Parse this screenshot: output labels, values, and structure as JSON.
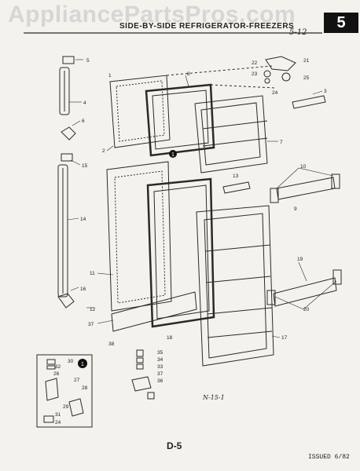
{
  "header": {
    "watermark": "AppliancePartsPros.com",
    "page_number": "5",
    "title": "SIDE-BY-SIDE REFRIGERATOR-FREEZERS",
    "handwritten_ref": "5-12"
  },
  "diagram": {
    "callouts": [
      "1",
      "2",
      "3",
      "4",
      "5",
      "6",
      "7",
      "8",
      "9",
      "10",
      "11",
      "12",
      "13",
      "14",
      "15",
      "16",
      "17",
      "18",
      "19",
      "20",
      "21",
      "22",
      "23",
      "24",
      "25",
      "26",
      "27",
      "28",
      "29",
      "30",
      "31",
      "32",
      "33",
      "34",
      "35",
      "36",
      "37",
      "38"
    ],
    "inset_marker": "1",
    "handwritten_note": "N-15-1"
  },
  "footer": {
    "page_code": "D-5",
    "issued": "ISSUED 6/82"
  }
}
